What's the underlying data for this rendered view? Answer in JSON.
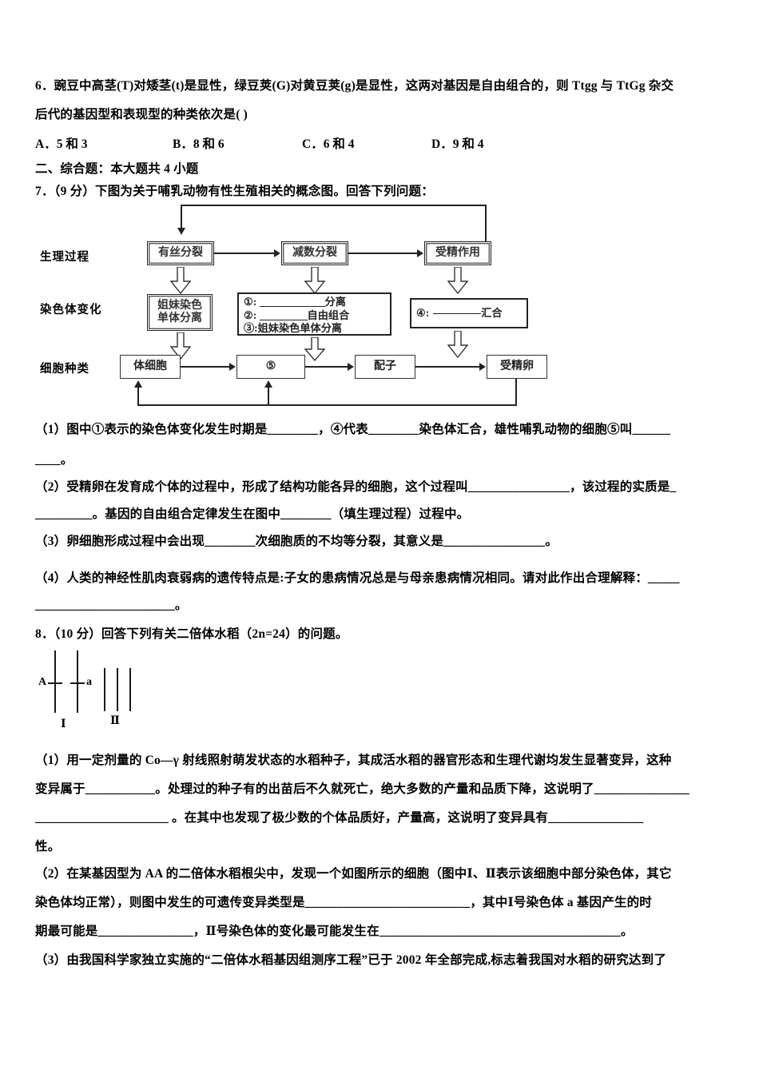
{
  "q6": {
    "stem_line1": "6．豌豆中高茎(T)对矮茎(t)是显性，绿豆荚(G)对黄豆荚(g)是显性，这两对基因是自由组合的，则 Ttgg 与 TtGg 杂交",
    "stem_line2": "后代的基因型和表现型的种类依次是(    )",
    "options": [
      {
        "label": "A．5 和 3"
      },
      {
        "label": "B．8 和 6"
      },
      {
        "label": "C．6 和 4"
      },
      {
        "label": "D．9 和 4"
      }
    ]
  },
  "section2": {
    "heading": "二、综合题：本大题共 4 小题"
  },
  "q7": {
    "stem": "7．（9 分）下图为关于哺乳动物有性生殖相关的概念图。回答下列问题：",
    "diagram": {
      "row_labels": [
        {
          "name": "生理过程"
        },
        {
          "name": "染色体变化"
        },
        {
          "name": "细胞种类"
        }
      ],
      "process_boxes": [
        {
          "label": "有丝分裂"
        },
        {
          "label": "减数分裂"
        },
        {
          "label": "受精作用"
        }
      ],
      "chromosome_boxes": [
        {
          "label": "姐妹染色\n单体分离"
        }
      ],
      "list_box": {
        "line1_prefix": "①:",
        "line1_suffix": "分离",
        "line2_prefix": "②:",
        "line2_suffix": "自由组合",
        "line3": "③:姐妹染色单体分离"
      },
      "box4": {
        "prefix": "④:",
        "suffix": "汇合"
      },
      "cell_boxes": [
        {
          "label": "体细胞"
        },
        {
          "label": "⑤"
        },
        {
          "label": "配子"
        },
        {
          "label": "受精卵"
        }
      ]
    },
    "parts": [
      {
        "text": "（1）图中①表示的染色体变化发生时期是________，④代表________染色体汇合，雄性哺乳动物的细胞⑤叫______"
      },
      {
        "text": "____。"
      },
      {
        "text": "（2）受精卵在发育成个体的过程中，形成了结构功能各异的细胞，这个过程叫________________，该过程的实质是_"
      },
      {
        "text": "_________。基因的自由组合定律发生在图中________（填生理过程）过程中。"
      },
      {
        "text": "（3）卵细胞形成过程中会出现________次细胞质的不均等分裂，其意义是________________。"
      },
      {
        "text": "（4）人类的神经性肌肉衰弱病的遗传特点是:子女的患病情况总是与母亲患病情况相同。请对此作出合理解释：_____"
      },
      {
        "text": "______________________。"
      }
    ]
  },
  "q8": {
    "stem": "8．（10 分）回答下列有关二倍体水稻（2n=24）的问题。",
    "figure": {
      "allele_left": "A",
      "allele_right": "a",
      "group1_label": "Ⅰ",
      "group2_label": "Ⅱ"
    },
    "parts": [
      {
        "text": "（1）用一定剂量的 Co—γ 射线照射萌发状态的水稻种子，其成活水稻的器官形态和生理代谢均发生显著变异，这种"
      },
      {
        "text": "变异属于___________。处理过的种子有的出苗后不久就死亡，绝大多数的产量和品质下降，这说明了_______________"
      },
      {
        "text": "_____________________ 。在其中也发现了极少数的个体品质好，产量高，这说明了变异具有_______________"
      },
      {
        "text": "性。"
      },
      {
        "text": "（2）在某基因型为 AA 的二倍体水稻根尖中，发现一个如图所示的细胞（图中Ⅰ、Ⅱ表示该细胞中部分染色体，其它"
      },
      {
        "text": "染色体均正常），则图中发生的可遗传变异类型是__________________________，其中Ⅰ号染色体 a 基因产生的时"
      },
      {
        "text": "期最可能是_______________，Ⅱ号染色体的变化最可能发生在______________________________________。"
      },
      {
        "text": "（3）由我国科学家独立实施的“二倍体水稻基因组测序工程”已于 2002 年全部完成,标志着我国对水稻的研究达到了"
      }
    ]
  }
}
